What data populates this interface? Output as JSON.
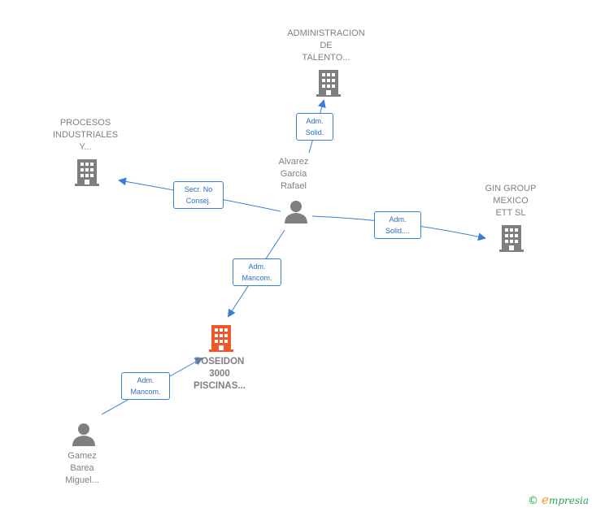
{
  "nodes": {
    "administracion": {
      "label": "ADMINISTRACION\nDE\nTALENTO...",
      "kind": "company"
    },
    "procesos": {
      "label": "PROCESOS\nINDUSTRIALES\nY...",
      "kind": "company"
    },
    "gin_group": {
      "label": "GIN GROUP\nMEXICO\nETT  SL",
      "kind": "company"
    },
    "poseidon": {
      "label": "POSEIDON\n3000\nPISCINAS...",
      "kind": "company-focus"
    },
    "alvarez": {
      "label": "Alvarez\nGarcia\nRafael",
      "kind": "person"
    },
    "gamez": {
      "label": "Gamez\nBarea\nMiguel...",
      "kind": "person"
    }
  },
  "edges": {
    "e1": {
      "label": "Adm.\nSolid."
    },
    "e2": {
      "label": "Secr.  No\nConsej."
    },
    "e3": {
      "label": "Adm.\nSolid...."
    },
    "e4": {
      "label": "Adm.\nMancom."
    },
    "e5": {
      "label": "Adm.\nMancom."
    }
  },
  "footer": {
    "copyright_symbol": "©",
    "brand_first": "e",
    "brand_rest": "mpresia"
  },
  "colors": {
    "company": "#7f7f7f",
    "focus": "#f0582a",
    "edge": "#3a7fd5",
    "person": "#7f7f7f"
  }
}
